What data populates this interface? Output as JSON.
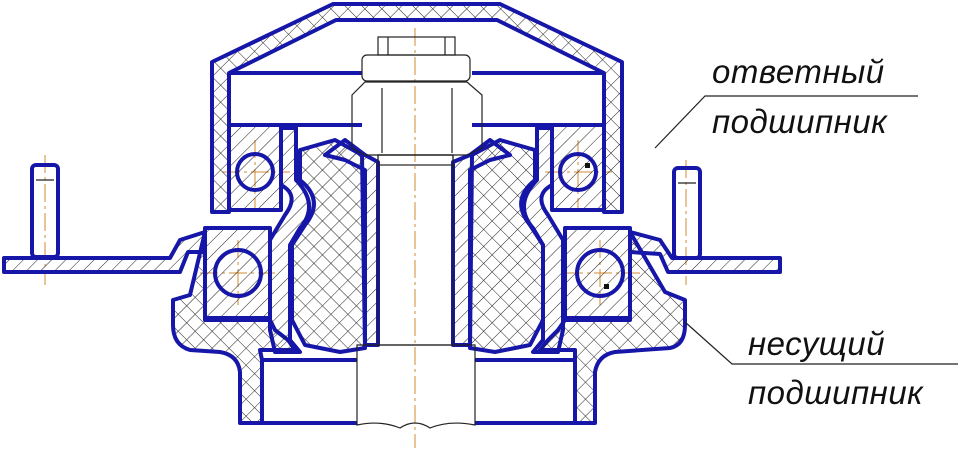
{
  "labels": {
    "counter_bearing": [
      "ответный",
      "подшипник"
    ],
    "support_bearing": [
      "несущий",
      "подшипник"
    ]
  },
  "colors": {
    "outline": "#1616a8",
    "centerline": "#d08a30",
    "hatch": "#222222"
  }
}
